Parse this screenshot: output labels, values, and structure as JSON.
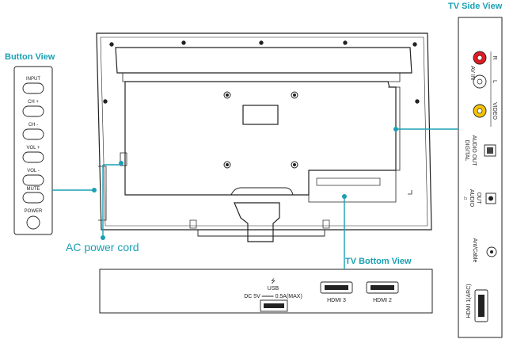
{
  "headers": {
    "button_view": "Button View",
    "tv_side_view": "TV Side View",
    "tv_bottom_view": "TV Bottom View"
  },
  "callouts": {
    "ac_power_cord": "AC power cord"
  },
  "buttons": [
    {
      "label": "INPUT"
    },
    {
      "label": "CH  +"
    },
    {
      "label": "CH  -"
    },
    {
      "label": "VOL +"
    },
    {
      "label": "VOL -"
    },
    {
      "label": "MUTE"
    },
    {
      "label": "POWER"
    }
  ],
  "side_ports": {
    "av_in": "AV IN",
    "r": "R",
    "l": "L",
    "video": "VIDEO",
    "digital_audio_out_1": "DIGITAL",
    "digital_audio_out_2": "AUDIO OUT",
    "audio_out_1": "AUDIO",
    "audio_out_2": "OUT",
    "ant_cable": "Ant/Cable",
    "hdmi1": "HDMI 1(ARC)"
  },
  "bottom_ports": {
    "usb_icon": "⭍",
    "usb": "USB",
    "usb_rating": "DC 5V ═══ 0.5A(MAX)",
    "hdmi3": "HDMI 3",
    "hdmi2": "HDMI 2"
  },
  "colors": {
    "accent": "#1aa0b4",
    "line": "#222222",
    "av_r": "#e21b23",
    "av_l": "#ffffff",
    "av_video": "#f5c400"
  }
}
